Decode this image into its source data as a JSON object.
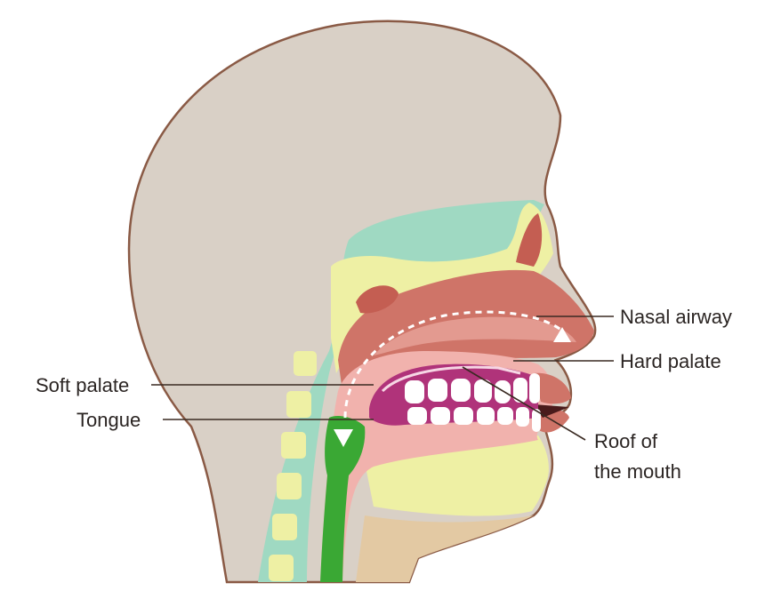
{
  "labels": {
    "nasal_airway": "Nasal airway",
    "hard_palate": "Hard palate",
    "soft_palate": "Soft palate",
    "tongue": "Tongue",
    "roof_line1": "Roof of",
    "roof_line2": "the mouth"
  },
  "colors": {
    "head": "#d9d0c6",
    "outline": "#8a5a45",
    "spine_band": "#9fd9c2",
    "bone": "#eef0a4",
    "nasal_tissue": "#cf7468",
    "nasal_cavity_dark": "#c45e52",
    "mouth_pink": "#f1b2ad",
    "gum": "#b0337a",
    "teeth": "#ffffff",
    "green_airway": "#3aa834",
    "neck_tan": "#e3c9a3",
    "leader": "#3a2a22"
  },
  "icons": [
    "airflow-up-arrow",
    "airflow-down-arrow"
  ]
}
